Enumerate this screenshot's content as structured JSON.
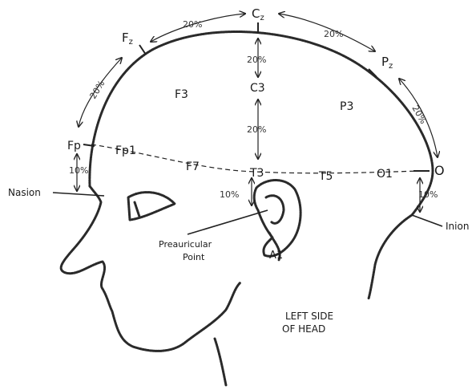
{
  "electrodes": {
    "cz": "C",
    "cz_sub": "z",
    "fz": "F",
    "fz_sub": "z",
    "pz": "P",
    "pz_sub": "z",
    "c3": "C3",
    "f3": "F3",
    "p3": "P3",
    "fp": "Fp",
    "fp1": "Fp1",
    "f7": "F7",
    "t3": "T3",
    "t5": "T5",
    "o1": "O1",
    "o": "O",
    "a1": "A1"
  },
  "percentages": {
    "fz_cz": "20%",
    "cz_pz": "20%",
    "fp_fz": "20%",
    "pz_o": "20%",
    "cz_c3": "20%",
    "c3_t3": "20%",
    "fp_nasion": "10%",
    "t3_preauricular": "10%",
    "o_inion": "10%"
  },
  "landmarks": {
    "nasion": "Nasion",
    "inion": "Inion",
    "preauricular_1": "Preauricular",
    "preauricular_2": "Point"
  },
  "caption": {
    "line1": "LEFT SIDE",
    "line2": "OF HEAD"
  }
}
